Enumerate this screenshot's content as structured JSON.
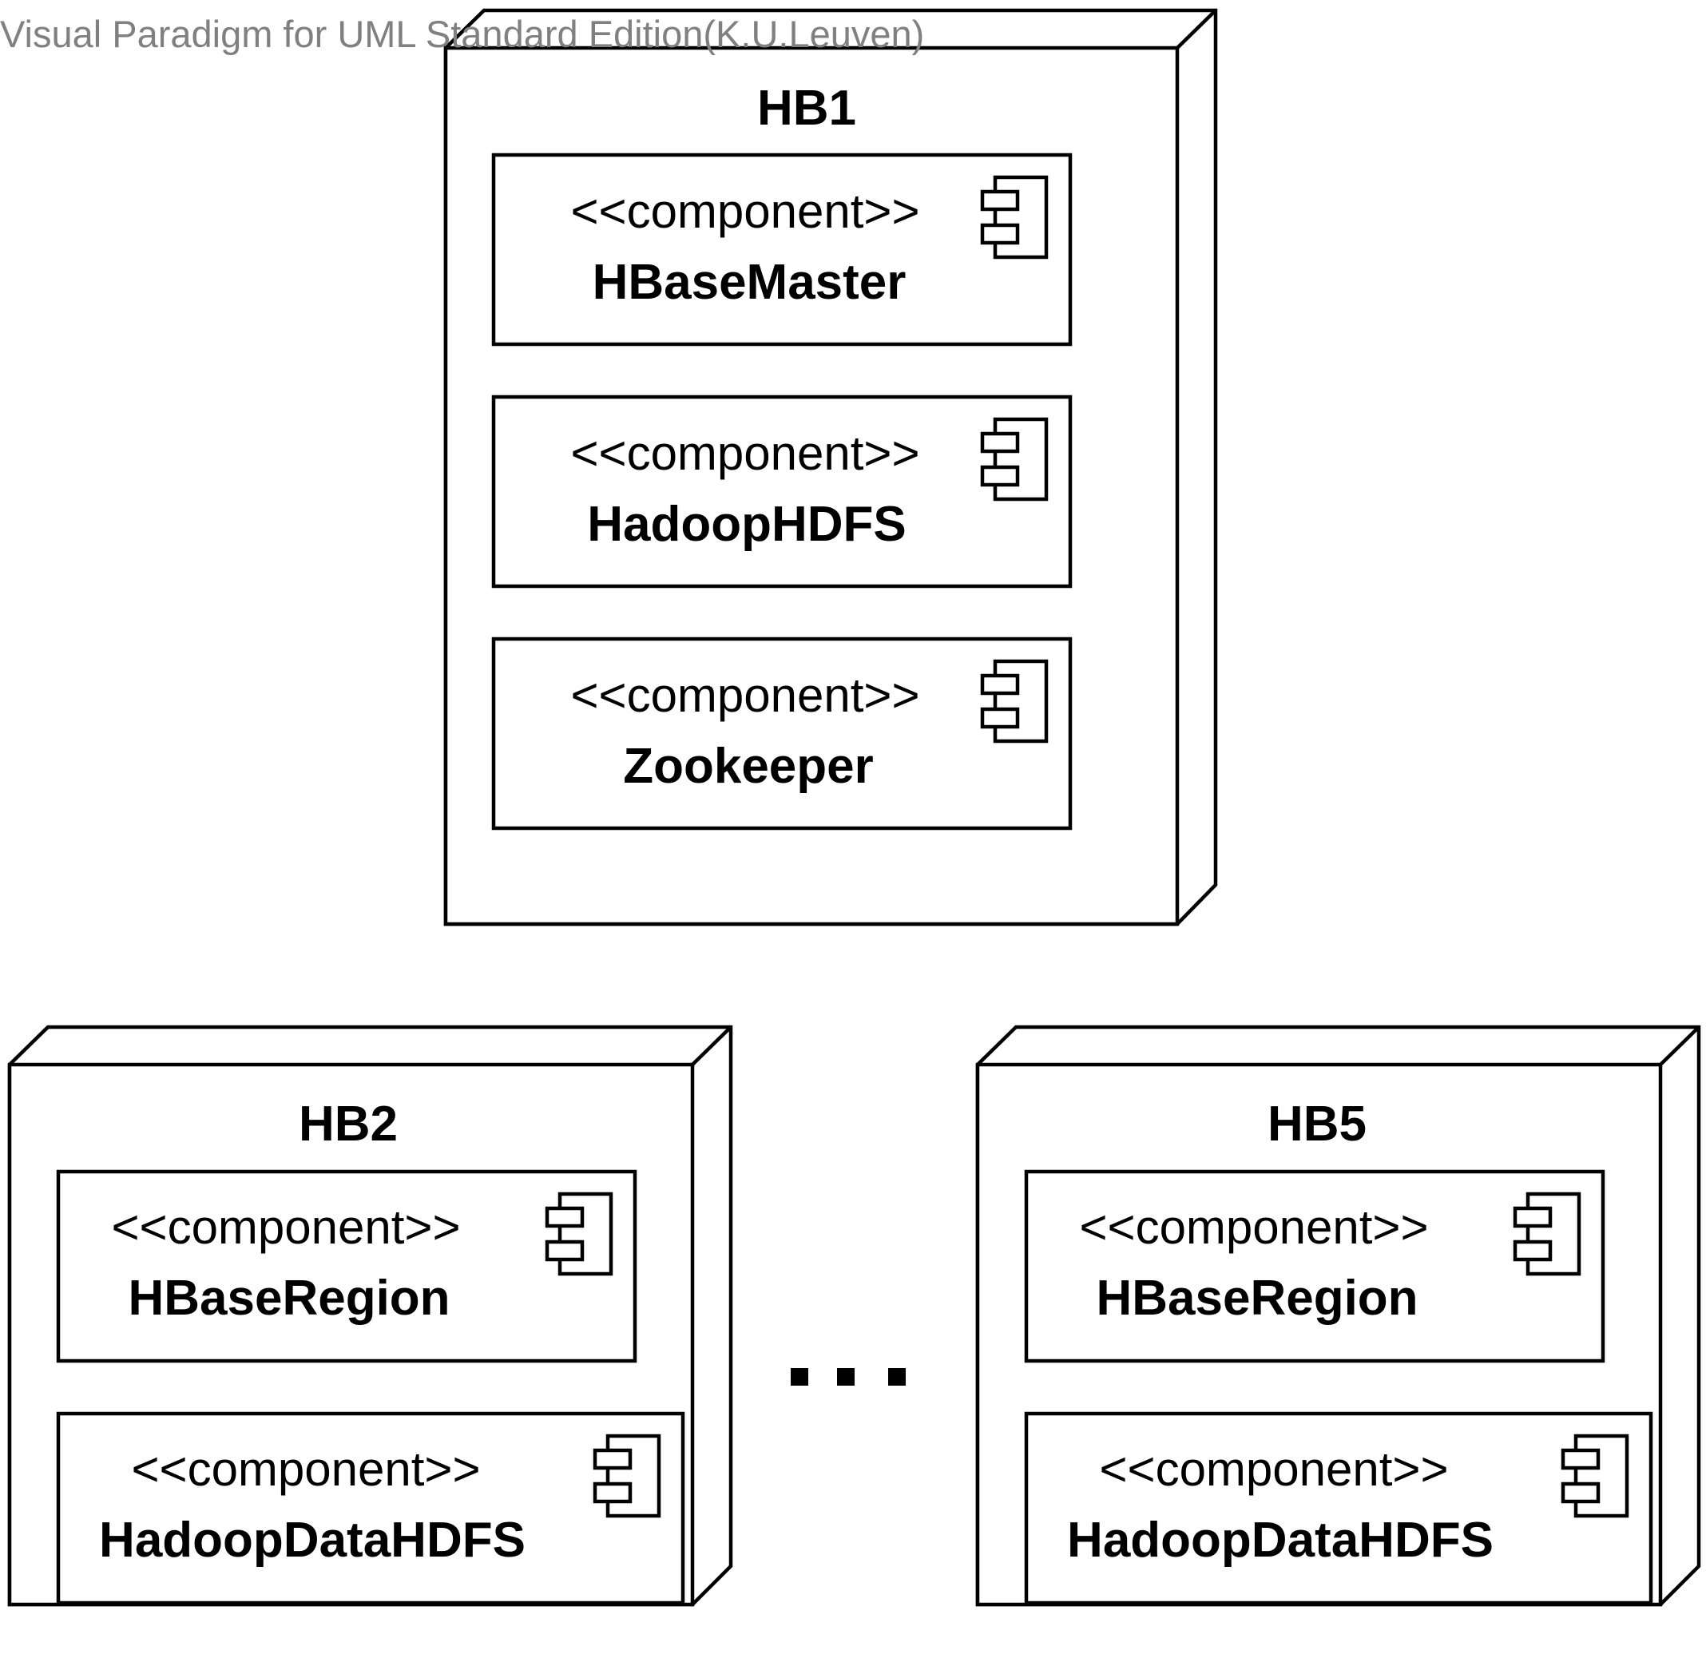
{
  "watermark": "Visual Paradigm for UML Standard Edition(K.U.Leuven)",
  "stereotype": "<<component>>",
  "nodes": [
    {
      "title": "HB1",
      "components": [
        "HBaseMaster",
        "HadoopHDFS",
        "Zookeeper"
      ]
    },
    {
      "title": "HB2",
      "components": [
        "HBaseRegion",
        "HadoopDataHDFS"
      ]
    },
    {
      "title": "HB5",
      "components": [
        "HBaseRegion",
        "HadoopDataHDFS"
      ]
    }
  ],
  "ellipsis": "..."
}
